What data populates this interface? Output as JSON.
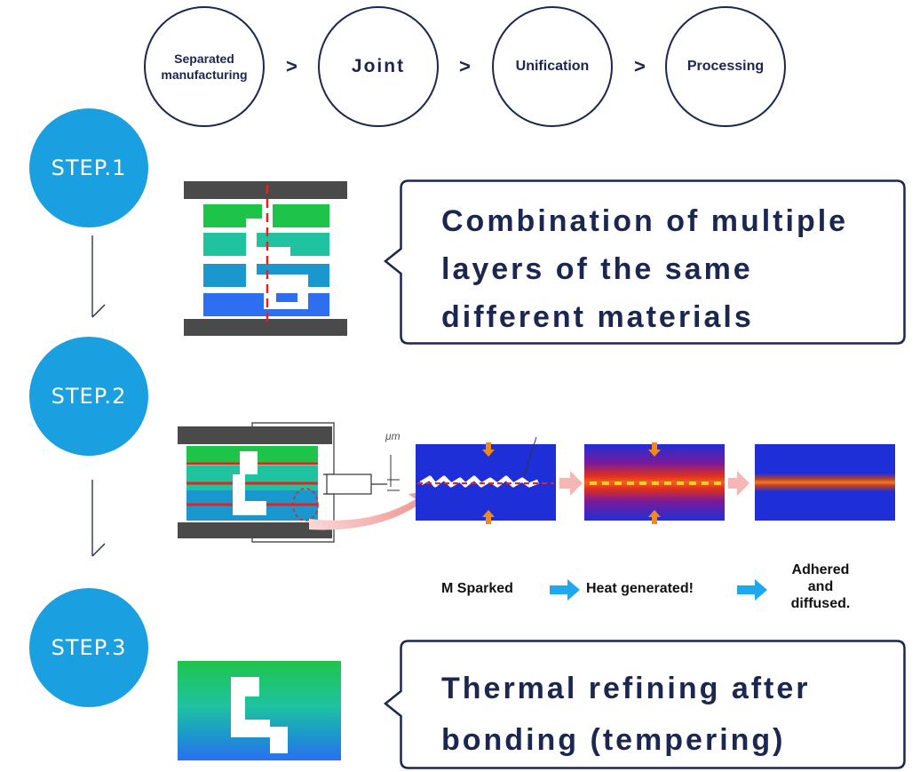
{
  "process_flow": {
    "steps": [
      "Separated\nmanufacturing",
      "Joint",
      "Unification",
      "Processing"
    ],
    "separator": ">"
  },
  "steps": {
    "step1": {
      "label": "STEP.1",
      "description": "Combination of multiple layers of the same different materials"
    },
    "step2": {
      "label": "STEP.2",
      "unit_label": "μm"
    },
    "step3": {
      "label": "STEP.3",
      "description": "Thermal refining after bonding (tempering)"
    }
  },
  "sinter_sequence": {
    "stage1": "M Sparked",
    "stage2": "Heat generated!",
    "stage3": "Adhered and diffused."
  },
  "colors": {
    "navy": "#1b2750",
    "step_blue": "#1a9fe0",
    "plate_gray": "#4a4a4a",
    "layer_green": "#1ec44a",
    "layer_teal": "#1fc3a0",
    "layer_cyan": "#1a97cc",
    "layer_blue": "#2d6ff0",
    "field_blue": "#1f2fd8",
    "spark_red": "#e82020",
    "arrow_orange": "#f08a1a",
    "arrow_cyan": "#1ea8f0"
  }
}
